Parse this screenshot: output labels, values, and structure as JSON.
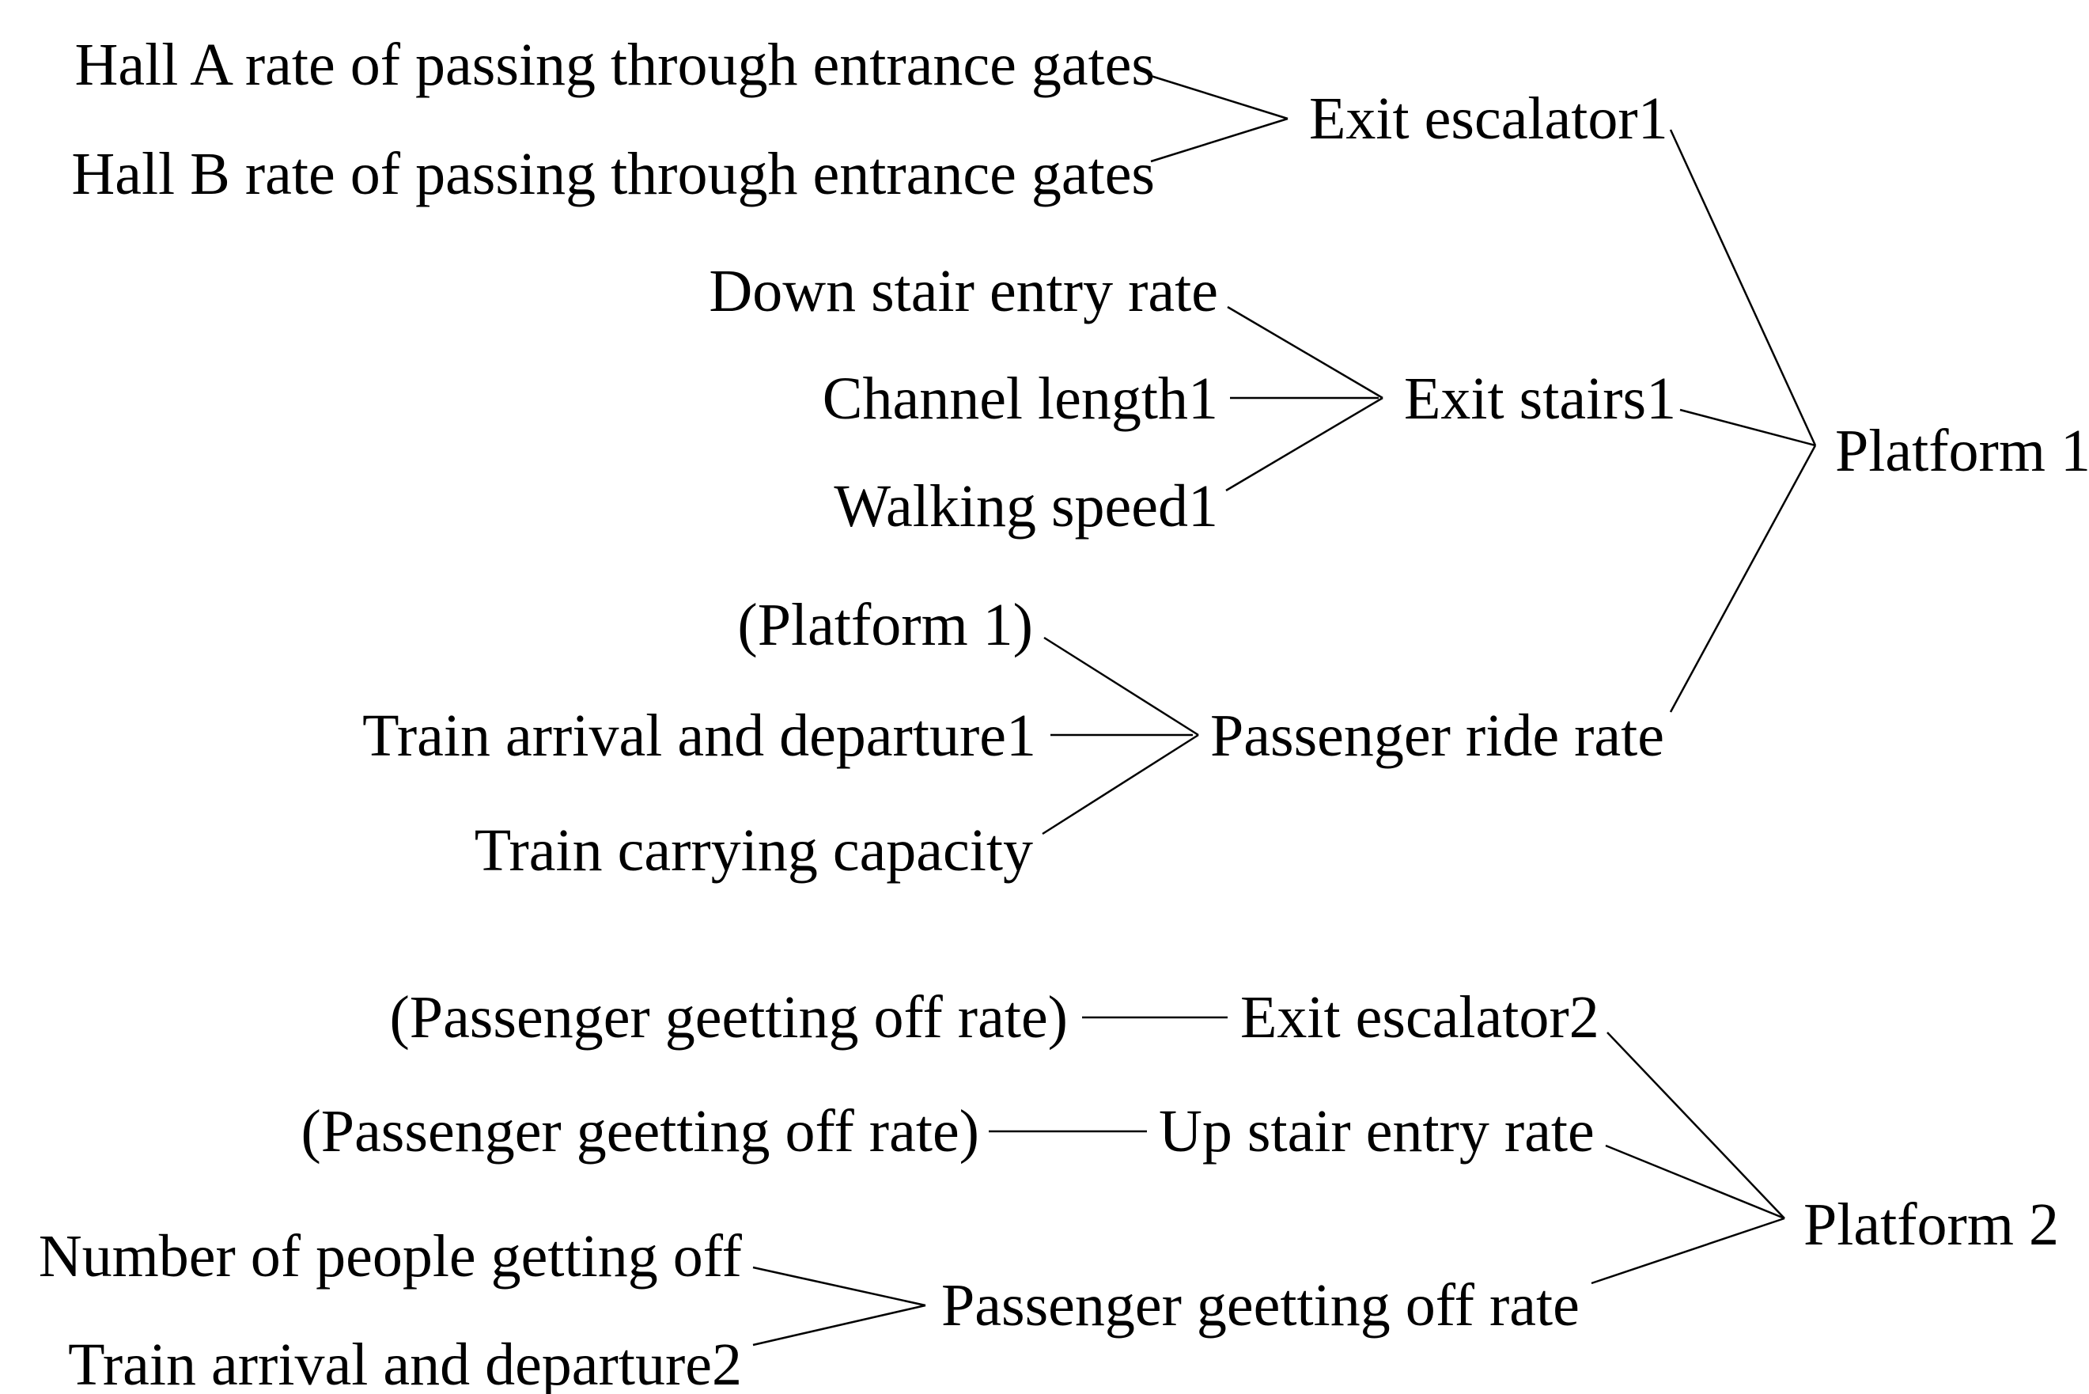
{
  "diagram": {
    "type": "tree",
    "background_color": "#ffffff",
    "text_color": "#000000",
    "line_color": "#000000",
    "nodes": {
      "hall_a": {
        "label": "Hall A rate of passing through entrance gates"
      },
      "hall_b": {
        "label": "Hall B rate of passing through entrance gates"
      },
      "exit_escalator1": {
        "label": "Exit escalator1"
      },
      "down_stair_entry_rate": {
        "label": "Down stair entry rate"
      },
      "channel_length1": {
        "label": "Channel length1"
      },
      "walking_speed1": {
        "label": "Walking speed1"
      },
      "exit_stairs1": {
        "label": "Exit stairs1"
      },
      "platform1_ref": {
        "label": "(Platform 1)"
      },
      "train_arrival_departure1": {
        "label": "Train arrival and departure1"
      },
      "train_carrying_capacity": {
        "label": "Train carrying capacity"
      },
      "passenger_ride_rate": {
        "label": "Passenger ride rate"
      },
      "platform1": {
        "label": "Platform 1"
      },
      "passenger_getting_off_ref1": {
        "label": "(Passenger geetting off rate)"
      },
      "exit_escalator2": {
        "label": "Exit escalator2"
      },
      "passenger_getting_off_ref2": {
        "label": "(Passenger geetting off rate)"
      },
      "up_stair_entry_rate": {
        "label": "Up stair entry rate"
      },
      "number_people_getting_off": {
        "label": "Number of people getting off"
      },
      "train_arrival_departure2": {
        "label": "Train arrival and departure2"
      },
      "passenger_getting_off_rate": {
        "label": "Passenger geetting off rate"
      },
      "platform2": {
        "label": "Platform 2"
      }
    },
    "edges": [
      {
        "from": "hall_a",
        "to": "exit_escalator1"
      },
      {
        "from": "hall_b",
        "to": "exit_escalator1"
      },
      {
        "from": "down_stair_entry_rate",
        "to": "exit_stairs1"
      },
      {
        "from": "channel_length1",
        "to": "exit_stairs1"
      },
      {
        "from": "walking_speed1",
        "to": "exit_stairs1"
      },
      {
        "from": "platform1_ref",
        "to": "passenger_ride_rate"
      },
      {
        "from": "train_arrival_departure1",
        "to": "passenger_ride_rate"
      },
      {
        "from": "train_carrying_capacity",
        "to": "passenger_ride_rate"
      },
      {
        "from": "exit_escalator1",
        "to": "platform1"
      },
      {
        "from": "exit_stairs1",
        "to": "platform1"
      },
      {
        "from": "passenger_ride_rate",
        "to": "platform1"
      },
      {
        "from": "passenger_getting_off_ref1",
        "to": "exit_escalator2"
      },
      {
        "from": "passenger_getting_off_ref2",
        "to": "up_stair_entry_rate"
      },
      {
        "from": "number_people_getting_off",
        "to": "passenger_getting_off_rate"
      },
      {
        "from": "train_arrival_departure2",
        "to": "passenger_getting_off_rate"
      },
      {
        "from": "exit_escalator2",
        "to": "platform2"
      },
      {
        "from": "up_stair_entry_rate",
        "to": "platform2"
      },
      {
        "from": "passenger_getting_off_rate",
        "to": "platform2"
      }
    ]
  }
}
